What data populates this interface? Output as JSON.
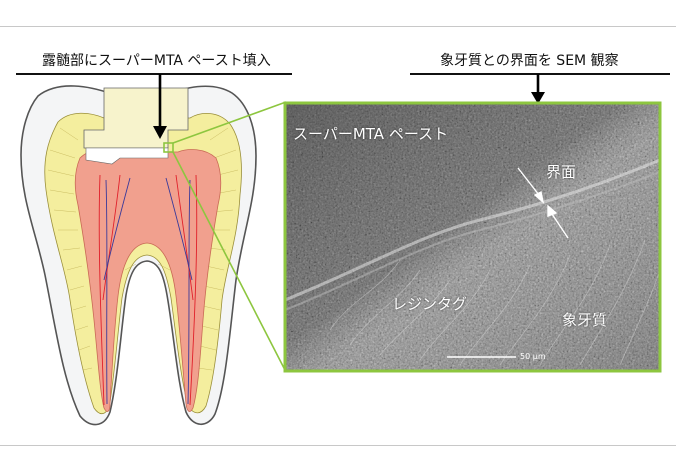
{
  "captions": {
    "left": "露髄部にスーパーMTA ペースト填入",
    "right": "象牙質との界面を SEM 観察"
  },
  "sem": {
    "labels": {
      "paste": "スーパーMTA ペースト",
      "interface": "界面",
      "resin_tag": "レジンタグ",
      "dentin": "象牙質"
    },
    "scale_bar": "50 μm"
  },
  "colors": {
    "pulp": "#f1a08e",
    "dentin": "#f4ee9e",
    "enamel": "#f4f5f6",
    "filling": "#f7f3cc",
    "frame": "#8dc63f",
    "nerve_red": "#e0202a",
    "nerve_blue": "#3a3a9a"
  }
}
